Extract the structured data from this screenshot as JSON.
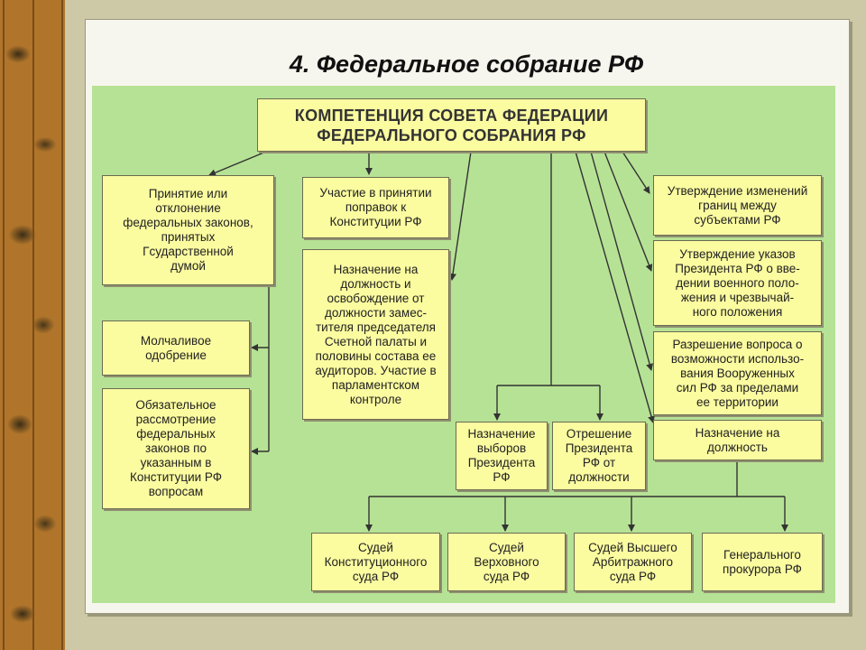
{
  "slide": {
    "title": "4. Федеральное собрание РФ"
  },
  "colors": {
    "panel_bg": "#b6e295",
    "box_fill": "#fbfba0",
    "strip": "#b0752b",
    "card_bg": "#f7f6ee"
  },
  "diagram": {
    "header": "КОМПЕТЕНЦИЯ СОВЕТА ФЕДЕРАЦИИ\nФЕДЕРАЛЬНОГО СОБРАНИЯ РФ",
    "left_column": {
      "adoption": "Принятие или\nотклонение\nфедеральных законов,\nпринятых\nГсударственной\nдумой",
      "silent_approval": "Молчаливое\nодобрение",
      "mandatory_review": "Обязательное\nрассмотрение\nфедеральных\nзаконов по\nуказанным в\nКонституции РФ\nвопросам"
    },
    "middle_column": {
      "amendments": "Участие в принятии\nпоправок к\nКонституции РФ",
      "audit_chamber": "Назначение на\nдолжность и\nосвобождение от\nдолжности замес-\nтителя председателя\nСчетной палаты и\nполовины состава ее\nаудиторов. Участие в\nпарламентском\nконтроле"
    },
    "president": {
      "elections": "Назначение\nвыборов\nПрезидента\nРФ",
      "impeachment": "Отрешение\nПрезидента\nРФ от\nдолжности"
    },
    "right_column": {
      "borders": "Утверждение изменений\nграниц между\nсубъектами РФ",
      "decrees": "Утверждение указов\nПрезидента РФ о вве-\nдении военного поло-\nжения и чрезвычай-\nного положения",
      "armed_forces": "Разрешение вопроса о\nвозможности использо-\nвания Вооруженных\nсил РФ за пределами\nее территории",
      "appointment": "Назначение на\nдолжность"
    },
    "appointees": [
      "Судей\nКонституционного\nсуда РФ",
      "Судей\nВерховного\nсуда РФ",
      "Судей Высшего\nАрбитражного\nсуда РФ",
      "Генерального\nпрокурора РФ"
    ]
  }
}
